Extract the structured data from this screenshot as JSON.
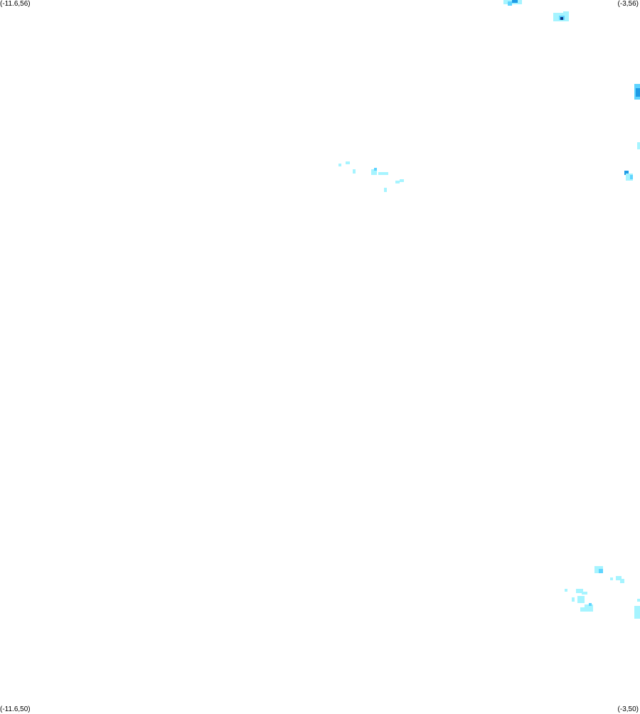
{
  "map": {
    "corner_labels": {
      "top_left": "(-11.6,56)",
      "top_right": "(-3,56)",
      "bottom_left": "(-11.6,50)",
      "bottom_right": "(-3,50)"
    },
    "palette": {
      "light": "#a6f4ff",
      "mid": "#5fd4ff",
      "strong": "#1e9be6",
      "deep": "#0b3a8a"
    }
  }
}
